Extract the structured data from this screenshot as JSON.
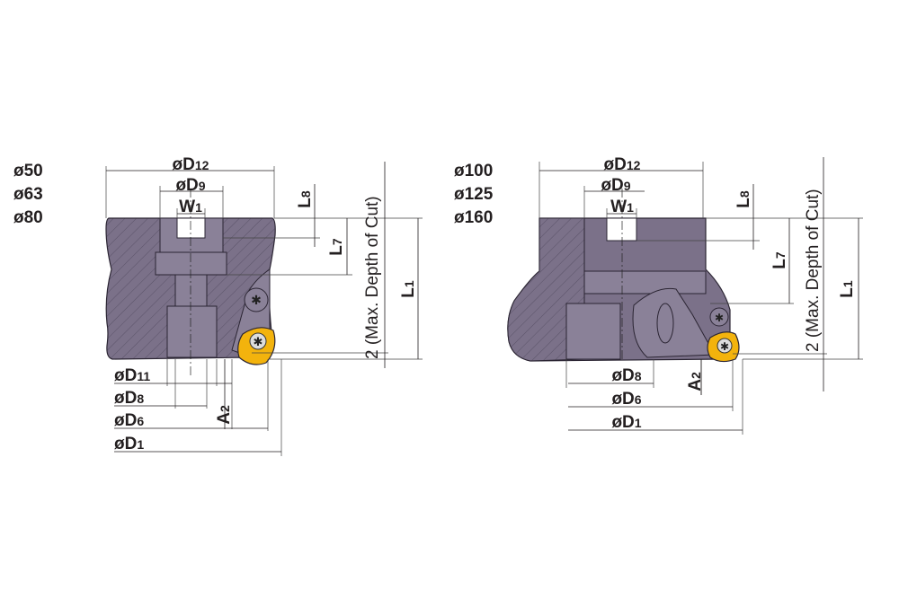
{
  "left_tool": {
    "sizes": [
      "ø50",
      "ø63",
      "ø80"
    ],
    "labels": {
      "D12": {
        "main": "øD",
        "sub": "12"
      },
      "D9": {
        "main": "øD",
        "sub": "9"
      },
      "W1": {
        "main": "W",
        "sub": "1"
      },
      "L8": {
        "main": "L",
        "sub": "8"
      },
      "L7": {
        "main": "L",
        "sub": "7"
      },
      "depth": "2 (Max. Depth of Cut)",
      "L1": {
        "main": "L",
        "sub": "1"
      },
      "D11": {
        "main": "øD",
        "sub": "11"
      },
      "D8": {
        "main": "øD",
        "sub": "8"
      },
      "D6": {
        "main": "øD",
        "sub": "6"
      },
      "D1": {
        "main": "øD",
        "sub": "1"
      },
      "A2": {
        "main": "A",
        "sub": "2"
      }
    }
  },
  "right_tool": {
    "sizes": [
      "ø100",
      "ø125",
      "ø160"
    ],
    "labels": {
      "D12": {
        "main": "øD",
        "sub": "12"
      },
      "D9": {
        "main": "øD",
        "sub": "9"
      },
      "W1": {
        "main": "W",
        "sub": "1"
      },
      "L8": {
        "main": "L",
        "sub": "8"
      },
      "L7": {
        "main": "L",
        "sub": "7"
      },
      "depth": "2 (Max. Depth of Cut)",
      "L1": {
        "main": "L",
        "sub": "1"
      },
      "D8": {
        "main": "øD",
        "sub": "8"
      },
      "D6": {
        "main": "øD",
        "sub": "6"
      },
      "D1": {
        "main": "øD",
        "sub": "1"
      },
      "A2": {
        "main": "A",
        "sub": "2"
      }
    }
  },
  "colors": {
    "body": "#7b7189",
    "insert": "#f3b30d"
  }
}
